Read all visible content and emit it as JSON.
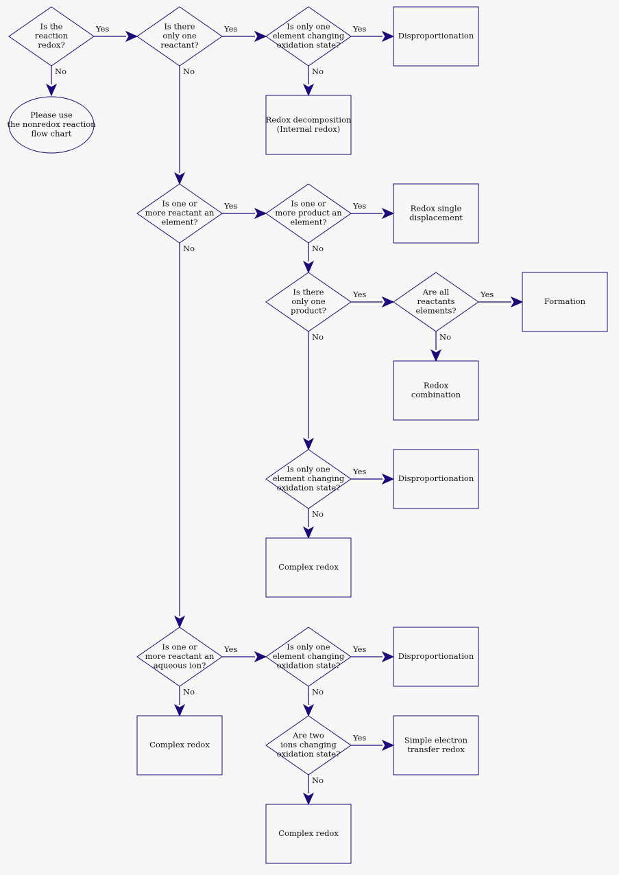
{
  "flowchart": {
    "nodes": [
      {
        "id": "q-redox",
        "shape": "diamond",
        "lines": [
          "Is the",
          "reaction",
          "redox?"
        ]
      },
      {
        "id": "nonredox",
        "shape": "ellipse",
        "lines": [
          "Please use",
          "the nonredox reaction",
          "flow chart"
        ]
      },
      {
        "id": "q-one-reactant",
        "shape": "diamond",
        "lines": [
          "Is there",
          "only one",
          "reactant?"
        ]
      },
      {
        "id": "q-one-element-1",
        "shape": "diamond",
        "lines": [
          "Is only one",
          "element changing",
          "oxidation state?"
        ]
      },
      {
        "id": "disproportionation-1",
        "shape": "box",
        "lines": [
          "Disproportionation"
        ]
      },
      {
        "id": "redox-decomposition",
        "shape": "box",
        "lines": [
          "Redox decomposition",
          "(Internal redox)"
        ]
      },
      {
        "id": "q-reactant-element",
        "shape": "diamond",
        "lines": [
          "Is one or",
          "more reactant an",
          "element?"
        ]
      },
      {
        "id": "q-product-element",
        "shape": "diamond",
        "lines": [
          "Is one or",
          "more product an",
          "element?"
        ]
      },
      {
        "id": "redox-single-displacement",
        "shape": "box",
        "lines": [
          "Redox single",
          "displacement"
        ]
      },
      {
        "id": "q-one-product",
        "shape": "diamond",
        "lines": [
          "Is there",
          "only one",
          "product?"
        ]
      },
      {
        "id": "q-all-elements",
        "shape": "diamond",
        "lines": [
          "Are all",
          "reactants",
          "elements?"
        ]
      },
      {
        "id": "formation",
        "shape": "box",
        "lines": [
          "Formation"
        ]
      },
      {
        "id": "redox-combination",
        "shape": "box",
        "lines": [
          "Redox",
          "combination"
        ]
      },
      {
        "id": "q-one-element-2",
        "shape": "diamond",
        "lines": [
          "Is only one",
          "element changing",
          "oxidation state?"
        ]
      },
      {
        "id": "disproportionation-2",
        "shape": "box",
        "lines": [
          "Disproportionation"
        ]
      },
      {
        "id": "complex-redox-1",
        "shape": "box",
        "lines": [
          "Complex redox"
        ]
      },
      {
        "id": "q-aqueous-ion",
        "shape": "diamond",
        "lines": [
          "Is one or",
          "more reactant an",
          "aqueous ion?"
        ]
      },
      {
        "id": "complex-redox-2",
        "shape": "box",
        "lines": [
          "Complex redox"
        ]
      },
      {
        "id": "q-one-element-3",
        "shape": "diamond",
        "lines": [
          "Is only one",
          "element changing",
          "oxidation state?"
        ]
      },
      {
        "id": "disproportionation-3",
        "shape": "box",
        "lines": [
          "Disproportionation"
        ]
      },
      {
        "id": "q-two-ions",
        "shape": "diamond",
        "lines": [
          "Are two",
          "ions changing",
          "oxidation state?"
        ]
      },
      {
        "id": "simple-electron-transfer",
        "shape": "box",
        "lines": [
          "Simple electron",
          "transfer redox"
        ]
      },
      {
        "id": "complex-redox-3",
        "shape": "box",
        "lines": [
          "Complex redox"
        ]
      }
    ],
    "edges": [
      {
        "from": "q-redox",
        "to": "q-one-reactant",
        "label": "Yes"
      },
      {
        "from": "q-redox",
        "to": "nonredox",
        "label": "No"
      },
      {
        "from": "q-one-reactant",
        "to": "q-one-element-1",
        "label": "Yes"
      },
      {
        "from": "q-one-reactant",
        "to": "q-reactant-element",
        "label": "No"
      },
      {
        "from": "q-one-element-1",
        "to": "disproportionation-1",
        "label": "Yes"
      },
      {
        "from": "q-one-element-1",
        "to": "redox-decomposition",
        "label": "No"
      },
      {
        "from": "q-reactant-element",
        "to": "q-product-element",
        "label": "Yes"
      },
      {
        "from": "q-reactant-element",
        "to": "q-aqueous-ion",
        "label": "No"
      },
      {
        "from": "q-product-element",
        "to": "redox-single-displacement",
        "label": "Yes"
      },
      {
        "from": "q-product-element",
        "to": "q-one-product",
        "label": "No"
      },
      {
        "from": "q-one-product",
        "to": "q-all-elements",
        "label": "Yes"
      },
      {
        "from": "q-one-product",
        "to": "q-one-element-2",
        "label": "No"
      },
      {
        "from": "q-all-elements",
        "to": "formation",
        "label": "Yes"
      },
      {
        "from": "q-all-elements",
        "to": "redox-combination",
        "label": "No"
      },
      {
        "from": "q-one-element-2",
        "to": "disproportionation-2",
        "label": "Yes"
      },
      {
        "from": "q-one-element-2",
        "to": "complex-redox-1",
        "label": "No"
      },
      {
        "from": "q-aqueous-ion",
        "to": "q-one-element-3",
        "label": "Yes"
      },
      {
        "from": "q-aqueous-ion",
        "to": "complex-redox-2",
        "label": "No"
      },
      {
        "from": "q-one-element-3",
        "to": "disproportionation-3",
        "label": "Yes"
      },
      {
        "from": "q-one-element-3",
        "to": "q-two-ions",
        "label": "No"
      },
      {
        "from": "q-two-ions",
        "to": "simple-electron-transfer",
        "label": "Yes"
      },
      {
        "from": "q-two-ions",
        "to": "complex-redox-3",
        "label": "No"
      }
    ]
  },
  "colors": {
    "stroke": "#1a0a7a",
    "background": "#f7f7f7",
    "text": "#111111"
  }
}
